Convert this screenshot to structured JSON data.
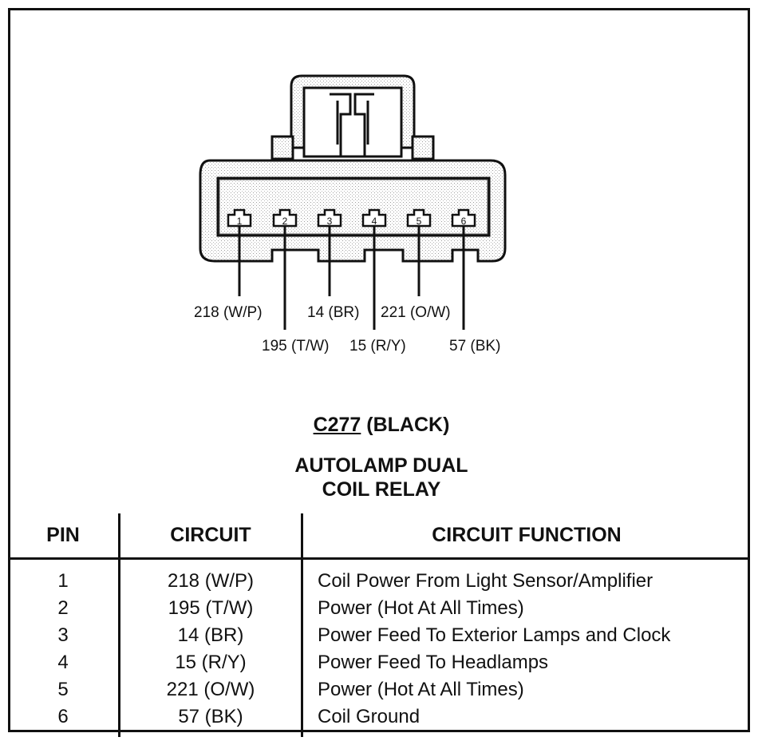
{
  "connector": {
    "id": "C277",
    "color": "(BLACK)",
    "name_line1": "AUTOLAMP DUAL",
    "name_line2": "COIL RELAY"
  },
  "pins": [
    {
      "number": "1",
      "label": "1",
      "wire": "218 (W/P)"
    },
    {
      "number": "2",
      "label": "2",
      "wire": "195 (T/W)"
    },
    {
      "number": "3",
      "label": "3",
      "wire": "14 (BR)"
    },
    {
      "number": "4",
      "label": "4",
      "wire": "15 (R/Y)"
    },
    {
      "number": "5",
      "label": "5",
      "wire": "221 (O/W)"
    },
    {
      "number": "6",
      "label": "6",
      "wire": "57 (BK)"
    }
  ],
  "table": {
    "headers": {
      "pin": "PIN",
      "circuit": "CIRCUIT",
      "function": "CIRCUIT FUNCTION"
    },
    "rows": [
      {
        "pin": "1",
        "circuit": "218 (W/P)",
        "function": "Coil Power From Light Sensor/Amplifier"
      },
      {
        "pin": "2",
        "circuit": "195 (T/W)",
        "function": "Power (Hot At All Times)"
      },
      {
        "pin": "3",
        "circuit": "14 (BR)",
        "function": "Power Feed To Exterior Lamps and Clock"
      },
      {
        "pin": "4",
        "circuit": "15 (R/Y)",
        "function": "Power Feed To Headlamps"
      },
      {
        "pin": "5",
        "circuit": "221 (O/W)",
        "function": "Power (Hot At All Times)"
      },
      {
        "pin": "6",
        "circuit": "57 (BK)",
        "function": "Coil Ground"
      }
    ]
  }
}
